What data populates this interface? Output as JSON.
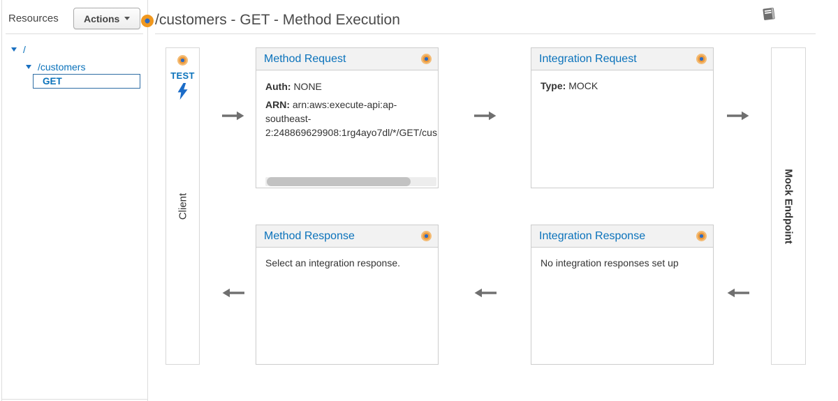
{
  "colors": {
    "accent_blue": "#0a72bb",
    "accent_orange": "#f0981f"
  },
  "sidebar": {
    "title": "Resources",
    "actions_label": "Actions",
    "tree": {
      "root_label": "/",
      "resource_label": "/customers",
      "method_label": "GET"
    }
  },
  "header": {
    "title": "/customers - GET - Method Execution"
  },
  "client_lane": {
    "test_label": "TEST",
    "label": "Client"
  },
  "endpoint_lane": {
    "label": "Mock Endpoint"
  },
  "boxes": {
    "method_request": {
      "title": "Method Request",
      "auth_label": "Auth:",
      "auth_value": "NONE",
      "arn_label": "ARN:",
      "arn_value": "arn:aws:execute-api:ap-southeast-2:248869629908:1rg4ayo7dl/*/GET/cus"
    },
    "integration_request": {
      "title": "Integration Request",
      "type_label": "Type:",
      "type_value": "MOCK"
    },
    "method_response": {
      "title": "Method Response",
      "message": "Select an integration response."
    },
    "integration_response": {
      "title": "Integration Response",
      "message": "No integration responses set up"
    }
  }
}
